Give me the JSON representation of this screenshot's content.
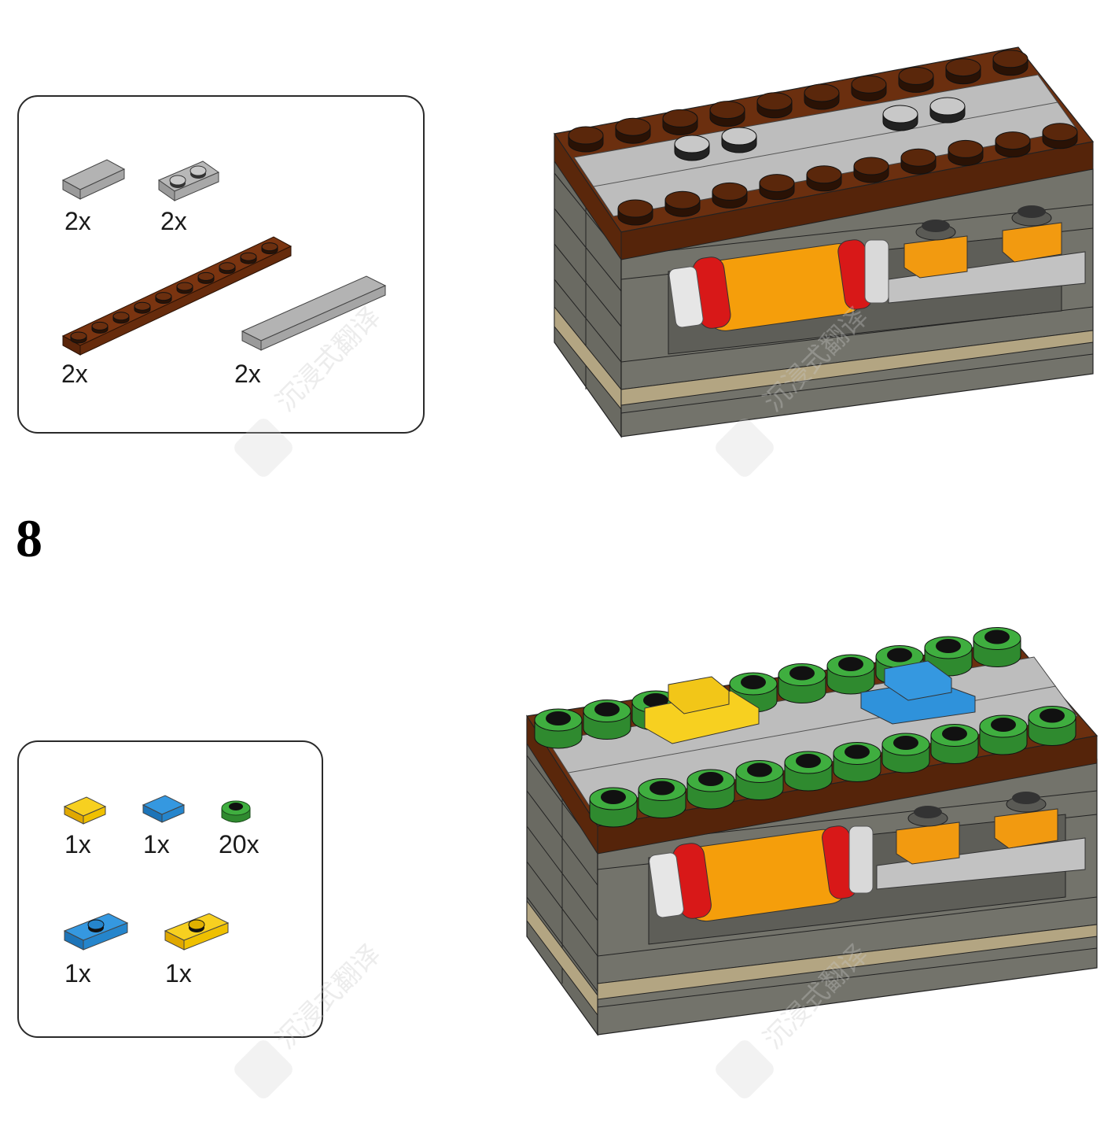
{
  "step_prev": {
    "parts": [
      {
        "name": "tile 1x2",
        "color": "#a9a9a9",
        "quantity": "2x"
      },
      {
        "name": "plate 1x2",
        "color": "#a9a9a9",
        "quantity": "2x"
      },
      {
        "name": "plate 1x10",
        "color": "#6b2f0f",
        "quantity": "2x"
      },
      {
        "name": "tile 1x6",
        "color": "#a9a9a9",
        "quantity": "2x"
      }
    ]
  },
  "step": {
    "number": "8",
    "parts": [
      {
        "name": "tile 1x1",
        "color": "#f2c618",
        "quantity": "1x"
      },
      {
        "name": "tile 1x1",
        "color": "#2a8fd6",
        "quantity": "1x"
      },
      {
        "name": "round plate 1x1",
        "color": "#3a9a3a",
        "quantity": "20x"
      },
      {
        "name": "jumper plate 1x2",
        "color": "#2a8fd6",
        "quantity": "1x"
      },
      {
        "name": "jumper plate 1x2",
        "color": "#f2c618",
        "quantity": "1x"
      }
    ]
  },
  "watermarks": [
    "沉浸式翻译",
    "沉浸式翻译",
    "沉浸式翻译",
    "沉浸式翻译"
  ],
  "colors": {
    "dark_gray": "#6e6e66",
    "light_gray": "#b5b5b5",
    "brown": "#6b2f0f",
    "tan": "#b3a582",
    "green": "#3a9a3a",
    "orange": "#f29a10",
    "red": "#d81818",
    "yellow": "#f2c618",
    "blue": "#2a8fd6"
  }
}
